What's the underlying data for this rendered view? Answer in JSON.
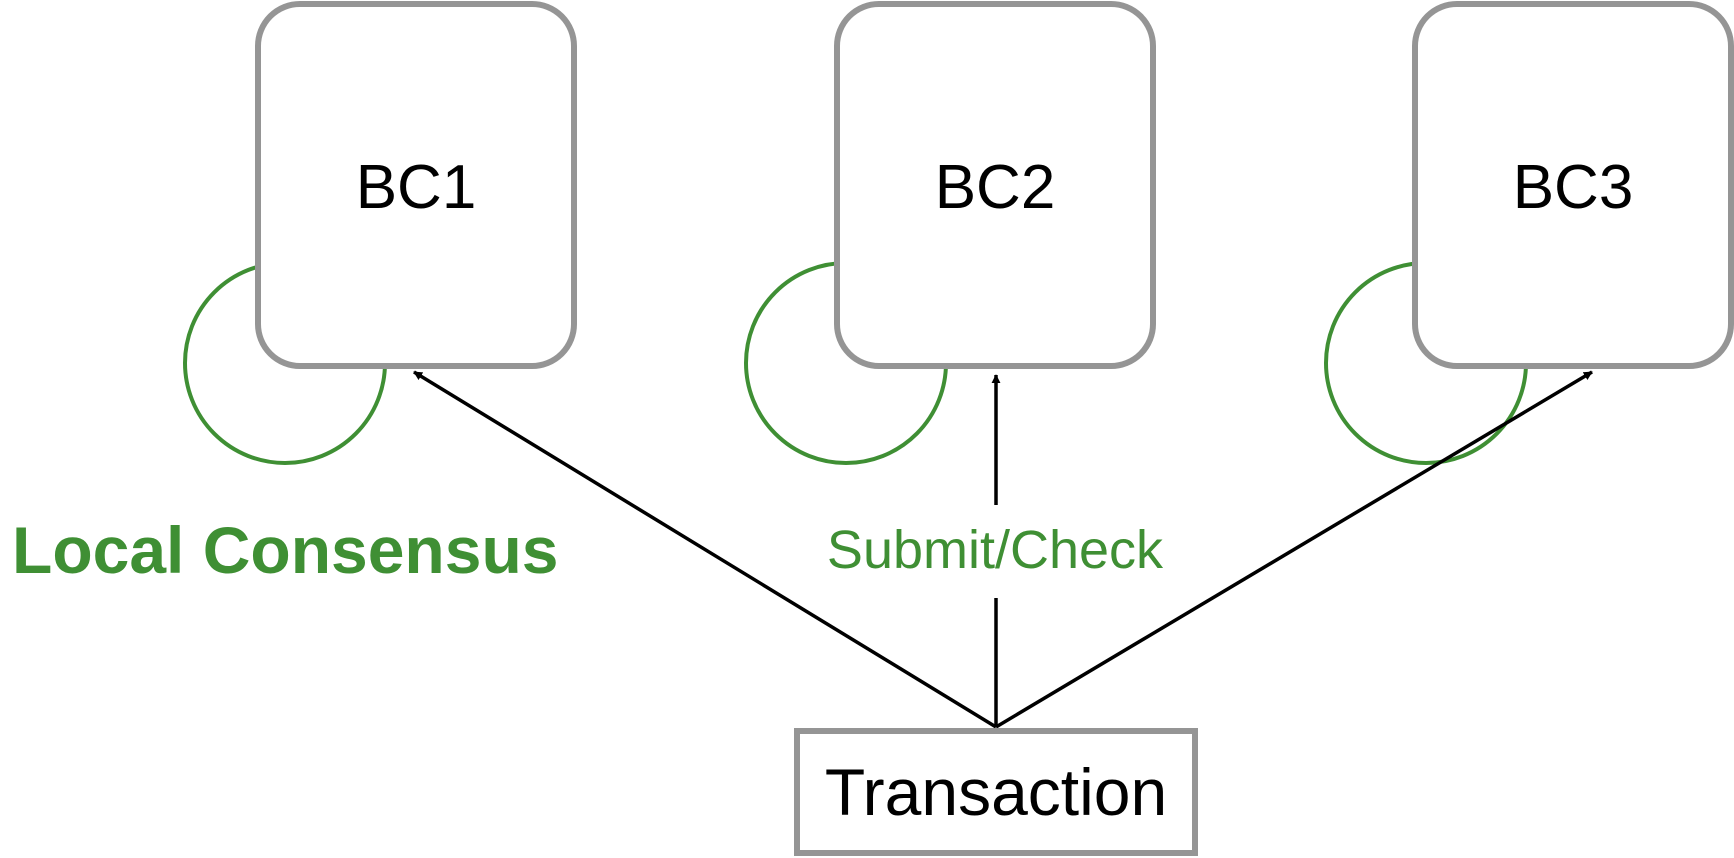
{
  "colors": {
    "box_border": "#959595",
    "consensus": "#3f8f34",
    "arrow": "#000000",
    "text": "#000000",
    "background": "#ffffff"
  },
  "nodes": [
    {
      "id": "bc1",
      "label": "BC1"
    },
    {
      "id": "bc2",
      "label": "BC2"
    },
    {
      "id": "bc3",
      "label": "BC3"
    }
  ],
  "transaction": {
    "label": "Transaction"
  },
  "annotations": {
    "local_consensus": "Local Consensus",
    "submit_check": "Submit/Check"
  }
}
